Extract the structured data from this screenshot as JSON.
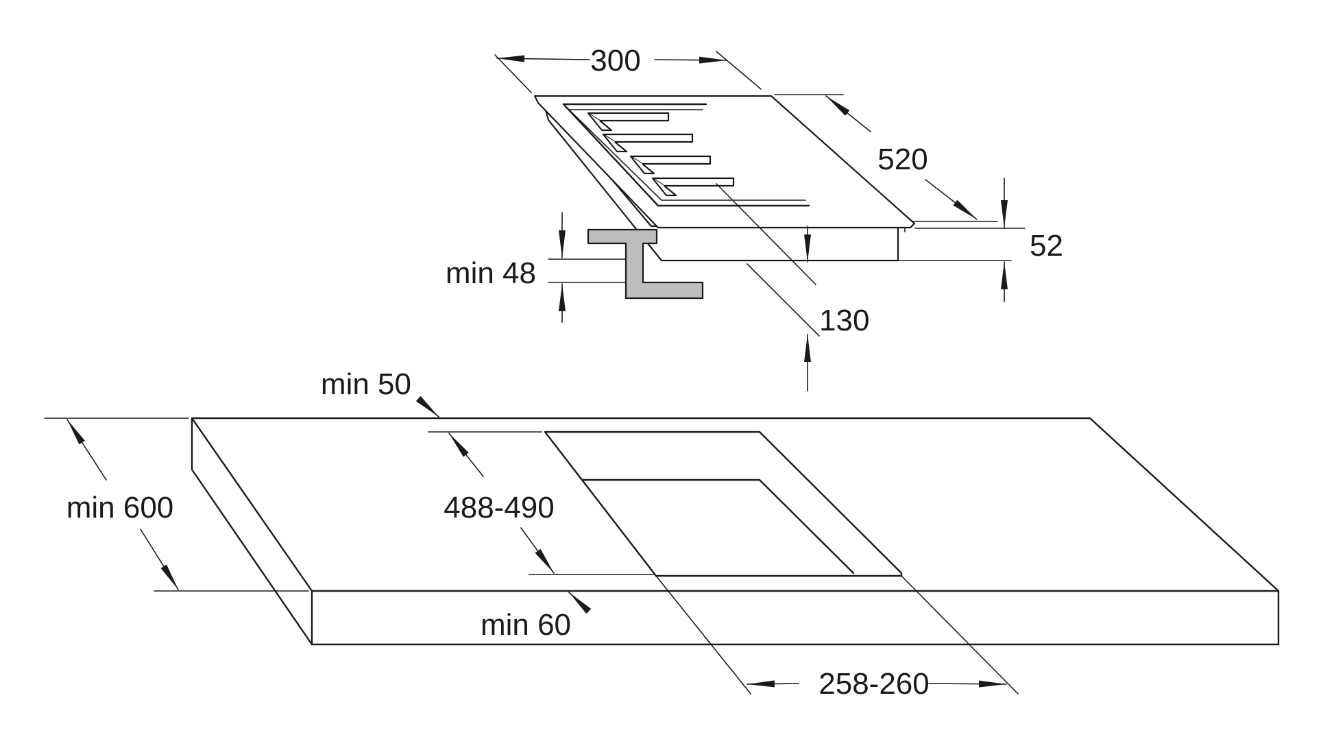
{
  "colors": {
    "line": "#1a1a1a",
    "bracket": "#bdbdbd",
    "background": "#ffffff"
  },
  "labels": {
    "hob_width": "300",
    "hob_depth": "520",
    "hob_height": "52",
    "clearance_below": "130",
    "worktop_thickness": "min 48",
    "rear_clearance": "min 50",
    "worktop_depth": "min 600",
    "cutout_depth": "488-490",
    "front_clearance": "min 60",
    "cutout_width": "258-260"
  }
}
